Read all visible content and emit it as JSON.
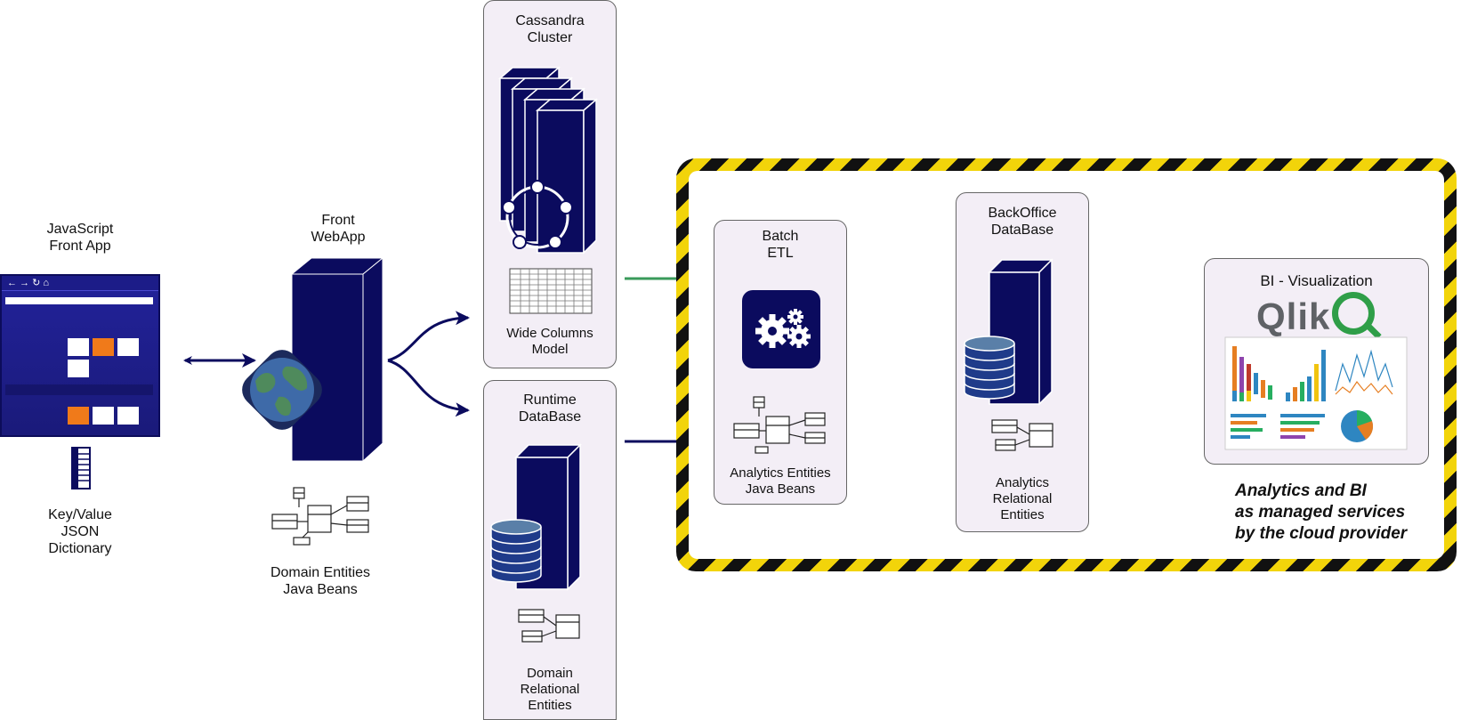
{
  "nodes": {
    "js_front_app": "JavaScript\nFront App",
    "kv_dictionary": "Key/Value\nJSON\nDictionary",
    "front_webapp": "Front\nWebApp",
    "domain_entities": "Domain Entities\nJava Beans",
    "cassandra_cluster": "Cassandra\nCluster",
    "wide_columns": "Wide Columns\nModel",
    "runtime_db": "Runtime\nDataBase",
    "domain_relational": "Domain\nRelational\nEntities",
    "batch_etl": "Batch\nETL",
    "analytics_beans": "Analytics Entities\nJava Beans",
    "backoffice_db": "BackOffice\nDataBase",
    "analytics_relational": "Analytics\nRelational\nEntities",
    "bi_visualization": "BI - Visualization",
    "qlik_logo": "Qlik",
    "managed_note": "Analytics and BI\nas managed services\nby the cloud provider"
  },
  "colors": {
    "navy": "#0b0b5e",
    "arrow": "#0b0b5e",
    "green_arrow": "#3a9a5a",
    "panel": "#f3eef6",
    "hazard_yellow": "#f2d40a",
    "hazard_black": "#111111",
    "qlik_green": "#2f9e48"
  },
  "icons": [
    "server-tower-icon",
    "globe-icon",
    "database-disk-icon",
    "gears-icon",
    "class-diagram-icon",
    "cluster-ring-icon",
    "table-grid-icon",
    "dashboard-thumbnail-icon"
  ]
}
